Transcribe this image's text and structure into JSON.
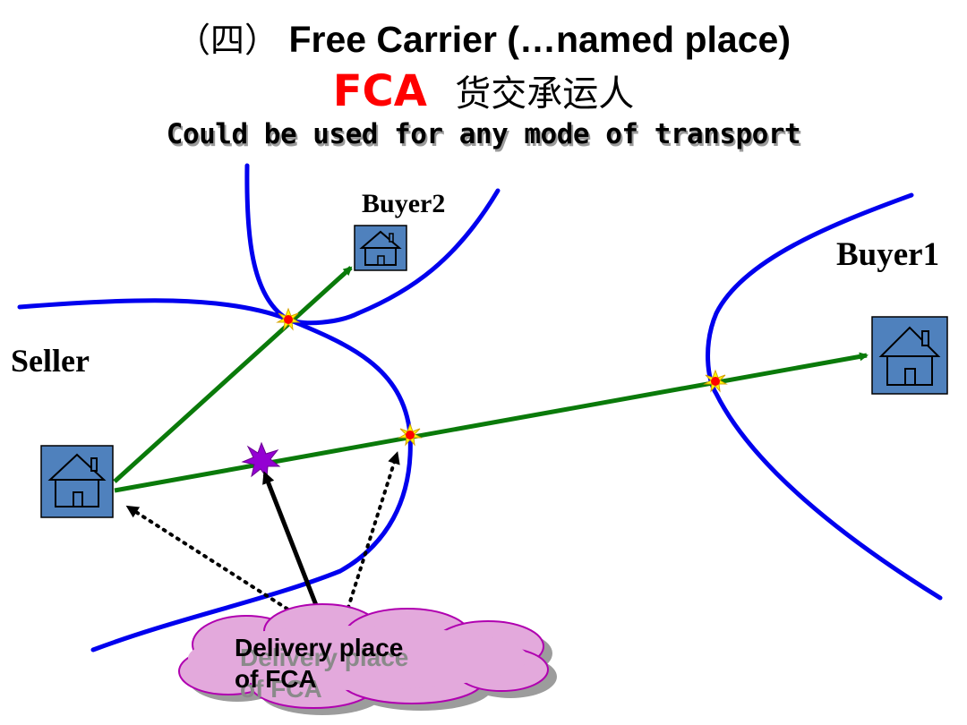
{
  "title": {
    "prefix": "（四）",
    "text": "Free Carrier (…named place)"
  },
  "abbreviation": "FCA",
  "chinese_name": "货交承运人",
  "subtitle": "Could be used for any mode of transport",
  "labels": {
    "seller": "Seller",
    "buyer1": "Buyer1",
    "buyer2": "Buyer2"
  },
  "cloud": {
    "line1": "Delivery place",
    "line2": "of  FCA"
  },
  "colors": {
    "road": "#0000ee",
    "route": "#0a7a0a",
    "house_fill": "#4f81bd",
    "delivery_star": "#9400d3",
    "cloud_fill": "#e3a9dc",
    "cloud_stroke": "#b000b0",
    "title_accent": "#ff0000"
  }
}
